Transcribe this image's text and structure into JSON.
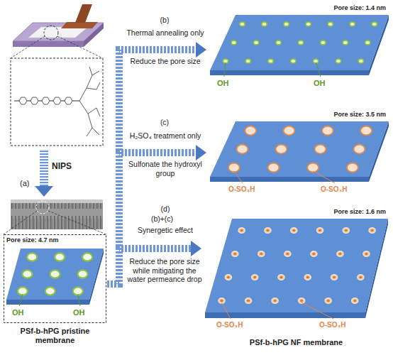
{
  "diagram": {
    "nodes": [
      {
        "text": [
          "Pore size: 4.7 nm",
          "OH",
          "OH",
          "PSf-b-hPG pristine membrane"
        ]
      },
      {
        "text": [
          "Pore size: 1.4 nm",
          "OH",
          "OH"
        ]
      },
      {
        "text": [
          "Pore size: 3.5 nm",
          "O-SO₃H",
          "O-SO₃H"
        ]
      },
      {
        "text": [
          "Pore size: 1.6 nm",
          "O-SO₃H",
          "O-SO₃H",
          "PSf-b-hPG NF membrane"
        ]
      }
    ],
    "edges": [
      {
        "from": 0,
        "to": 1,
        "arrow": "to",
        "label": "(b)"
      },
      {
        "from": 0,
        "to": 2,
        "arrow": "to",
        "label": "(c)"
      },
      {
        "from": 0,
        "to": 3,
        "arrow": "to",
        "label": "(b)+(c)"
      }
    ],
    "labels": [
      "NIPS",
      "(a)",
      "Thermal annealing only",
      "Reduce the pore size",
      "H₂SO₄ treatment only",
      "Sulfonate the hydroxyl group",
      "(d)",
      "Synergetic effect",
      "Reduce the pore size while mitigating the water permeance drop"
    ]
  }
}
